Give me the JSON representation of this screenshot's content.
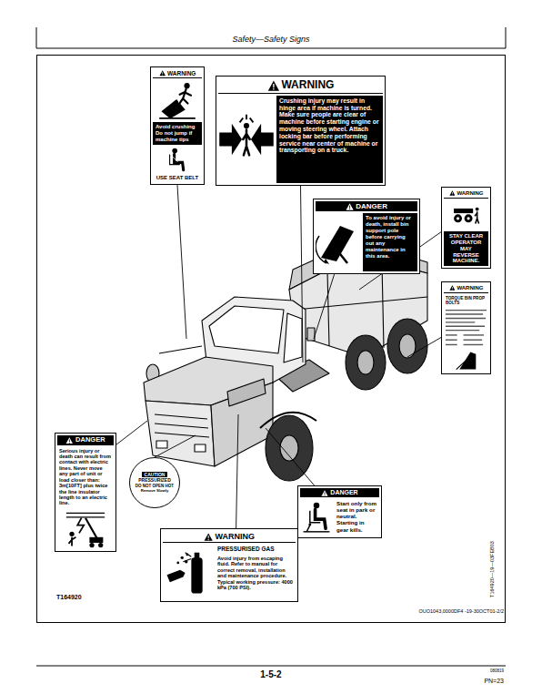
{
  "diagram": {
    "title": "Safety—Safety Signs",
    "nodes": [
      {
        "text": [
          "WARNING",
          "Avoid crushing Do not jump if machine tips",
          "USE SEAT BELT"
        ]
      },
      {
        "text": [
          "WARNING",
          "Crushing injury may result in hinge area if machine is turned. Make sure people are clear of machine before starting engine or moving steering wheel. Attach locking bar before performing service near center of machine or transporting on a truck."
        ]
      },
      {
        "text": [
          "DANGER",
          "To avoid injury or death, install bin support pole before carrying out any maintenance in this area."
        ]
      },
      {
        "text": [
          "WARNING",
          "STAY CLEAR OPERATOR MAY REVERSE MACHINE."
        ]
      },
      {
        "text": [
          "WARNING",
          "TORQUE BIN PROP BOLTS"
        ]
      },
      {
        "text": [
          "DANGER",
          "Serious injury or death can result from contact with electric lines. Never move any part of unit or load closer than: 3m[10FT] plus twice the line insulator length to an electric line."
        ]
      },
      {
        "text": [
          "CAUTION",
          "PRESSURIZED",
          "DO NOT OPEN HOT",
          "Remove Slowly"
        ]
      },
      {
        "text": [
          "WARNING",
          "PRESSURISED GAS",
          "Avoid injury from escaping fluid. Refer to manual for correct removal, installation and maintenance procedure. Typical working pressure: 4000 kPa (700 PSI)."
        ]
      },
      {
        "text": [
          "DANGER",
          "Start only from seat in park or neutral. Starting in gear kills."
        ]
      }
    ],
    "labels": [
      "T164920",
      "T164920—19—03FEB03",
      "OUO1043,0000DF4 -19-30OCT01-2/2",
      "1-5-2",
      "080819",
      "PN=23"
    ]
  }
}
